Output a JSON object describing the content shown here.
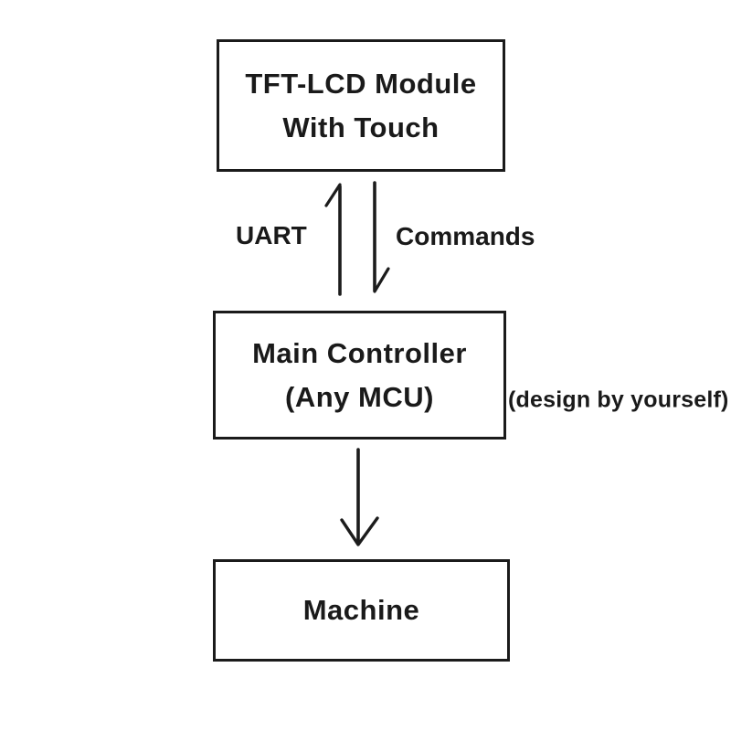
{
  "diagram": {
    "title": "TFT-LCD touch module system block diagram",
    "nodes": {
      "tft_module": {
        "line1": "TFT-LCD Module",
        "line2": "With Touch"
      },
      "main_controller": {
        "line1": "Main Controller",
        "line2": "(Any MCU)"
      },
      "machine": {
        "label": "Machine"
      }
    },
    "edges": {
      "uart_label": "UART",
      "commands_label": "Commands"
    },
    "notes": {
      "design_note": "(design by yourself)"
    },
    "colors": {
      "background": "#ffffff",
      "stroke": "#1b1b1b",
      "text": "#1a1a1a"
    }
  }
}
